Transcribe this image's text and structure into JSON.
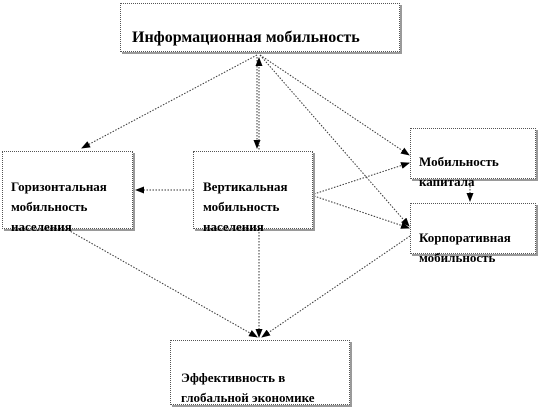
{
  "diagram": {
    "nodes": {
      "info_mobility": "Информационная мобильность",
      "horizontal_mobility": "Горизонтальная\nмобильность\nнаселения",
      "vertical_mobility": "Вертикальная\nмобильность\nнаселения",
      "capital_mobility": "Мобильность\nкапитала",
      "corporate_mobility": "Корпоративная\nмобильность",
      "global_efficiency": "Эффективность в\nглобальной экономике"
    },
    "edges": [
      {
        "from": "info_mobility",
        "to": "horizontal_mobility"
      },
      {
        "from": "info_mobility",
        "to": "vertical_mobility"
      },
      {
        "from": "info_mobility",
        "to": "capital_mobility"
      },
      {
        "from": "info_mobility",
        "to": "corporate_mobility"
      },
      {
        "from": "info_mobility",
        "to": "global_efficiency",
        "bidirectional": true
      },
      {
        "from": "vertical_mobility",
        "to": "horizontal_mobility"
      },
      {
        "from": "vertical_mobility",
        "to": "capital_mobility"
      },
      {
        "from": "vertical_mobility",
        "to": "corporate_mobility"
      },
      {
        "from": "vertical_mobility",
        "to": "global_efficiency"
      },
      {
        "from": "horizontal_mobility",
        "to": "global_efficiency"
      },
      {
        "from": "corporate_mobility",
        "to": "global_efficiency"
      },
      {
        "from": "capital_mobility",
        "to": "corporate_mobility"
      }
    ]
  }
}
